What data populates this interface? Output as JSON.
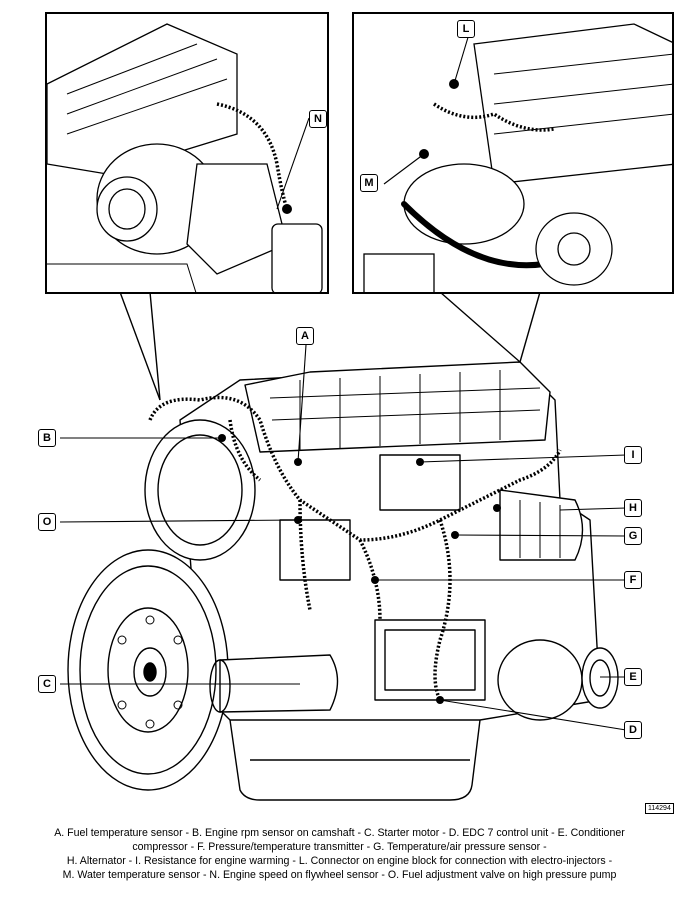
{
  "figure_id": "114294",
  "callouts": {
    "A": "A",
    "B": "B",
    "C": "C",
    "D": "D",
    "E": "E",
    "F": "F",
    "G": "G",
    "H": "H",
    "I": "I",
    "L": "L",
    "M": "M",
    "N": "N",
    "O": "O"
  },
  "caption": {
    "line1": "A. Fuel temperature sensor - B. Engine rpm sensor on camshaft - C. Starter motor - D. EDC 7 control unit - E. Conditioner",
    "line2": "compressor - F. Pressure/temperature transmitter - G. Temperature/air pressure sensor -",
    "line3": "H. Alternator - I. Resistance for engine warming - L. Connector on engine block for connection with electro-injectors -",
    "line4": "M. Water temperature sensor - N. Engine speed on flywheel sensor - O. Fuel adjustment valve on high pressure pump"
  }
}
